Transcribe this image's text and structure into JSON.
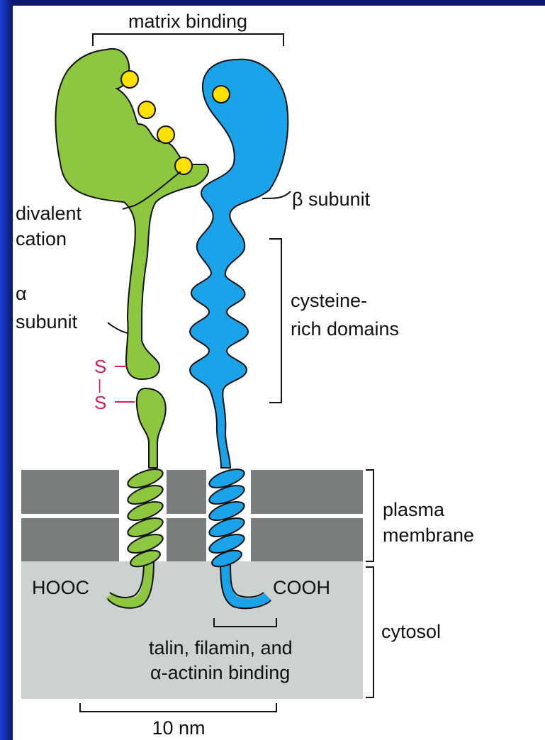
{
  "labels": {
    "matrix_binding": "matrix binding",
    "beta_subunit": "β subunit",
    "divalent_cation_line1": "divalent",
    "divalent_cation_line2": "cation",
    "alpha_symbol": "α",
    "alpha_subunit": "subunit",
    "cysteine_line1": "cysteine-",
    "cysteine_line2": "rich domains",
    "ss_top": "S",
    "ss_bond": "|",
    "ss_bottom": "S",
    "plasma_line1": "plasma",
    "plasma_line2": "membrane",
    "hooc": "HOOC",
    "cooh": "COOH",
    "cytosol": "cytosol",
    "talin_line1": "talin, filamin, and",
    "talin_line2": "α-actinin binding",
    "scale": "10 nm"
  },
  "colors": {
    "alpha_subunit": "#8dc63f",
    "beta_subunit": "#1aa3e8",
    "cation": "#ffe000",
    "membrane": "#7a7d7d",
    "cytosol": "#ccd2cf",
    "disulfide": "#d81b60",
    "outline": "#111111",
    "frame": "#0c1a6e"
  }
}
